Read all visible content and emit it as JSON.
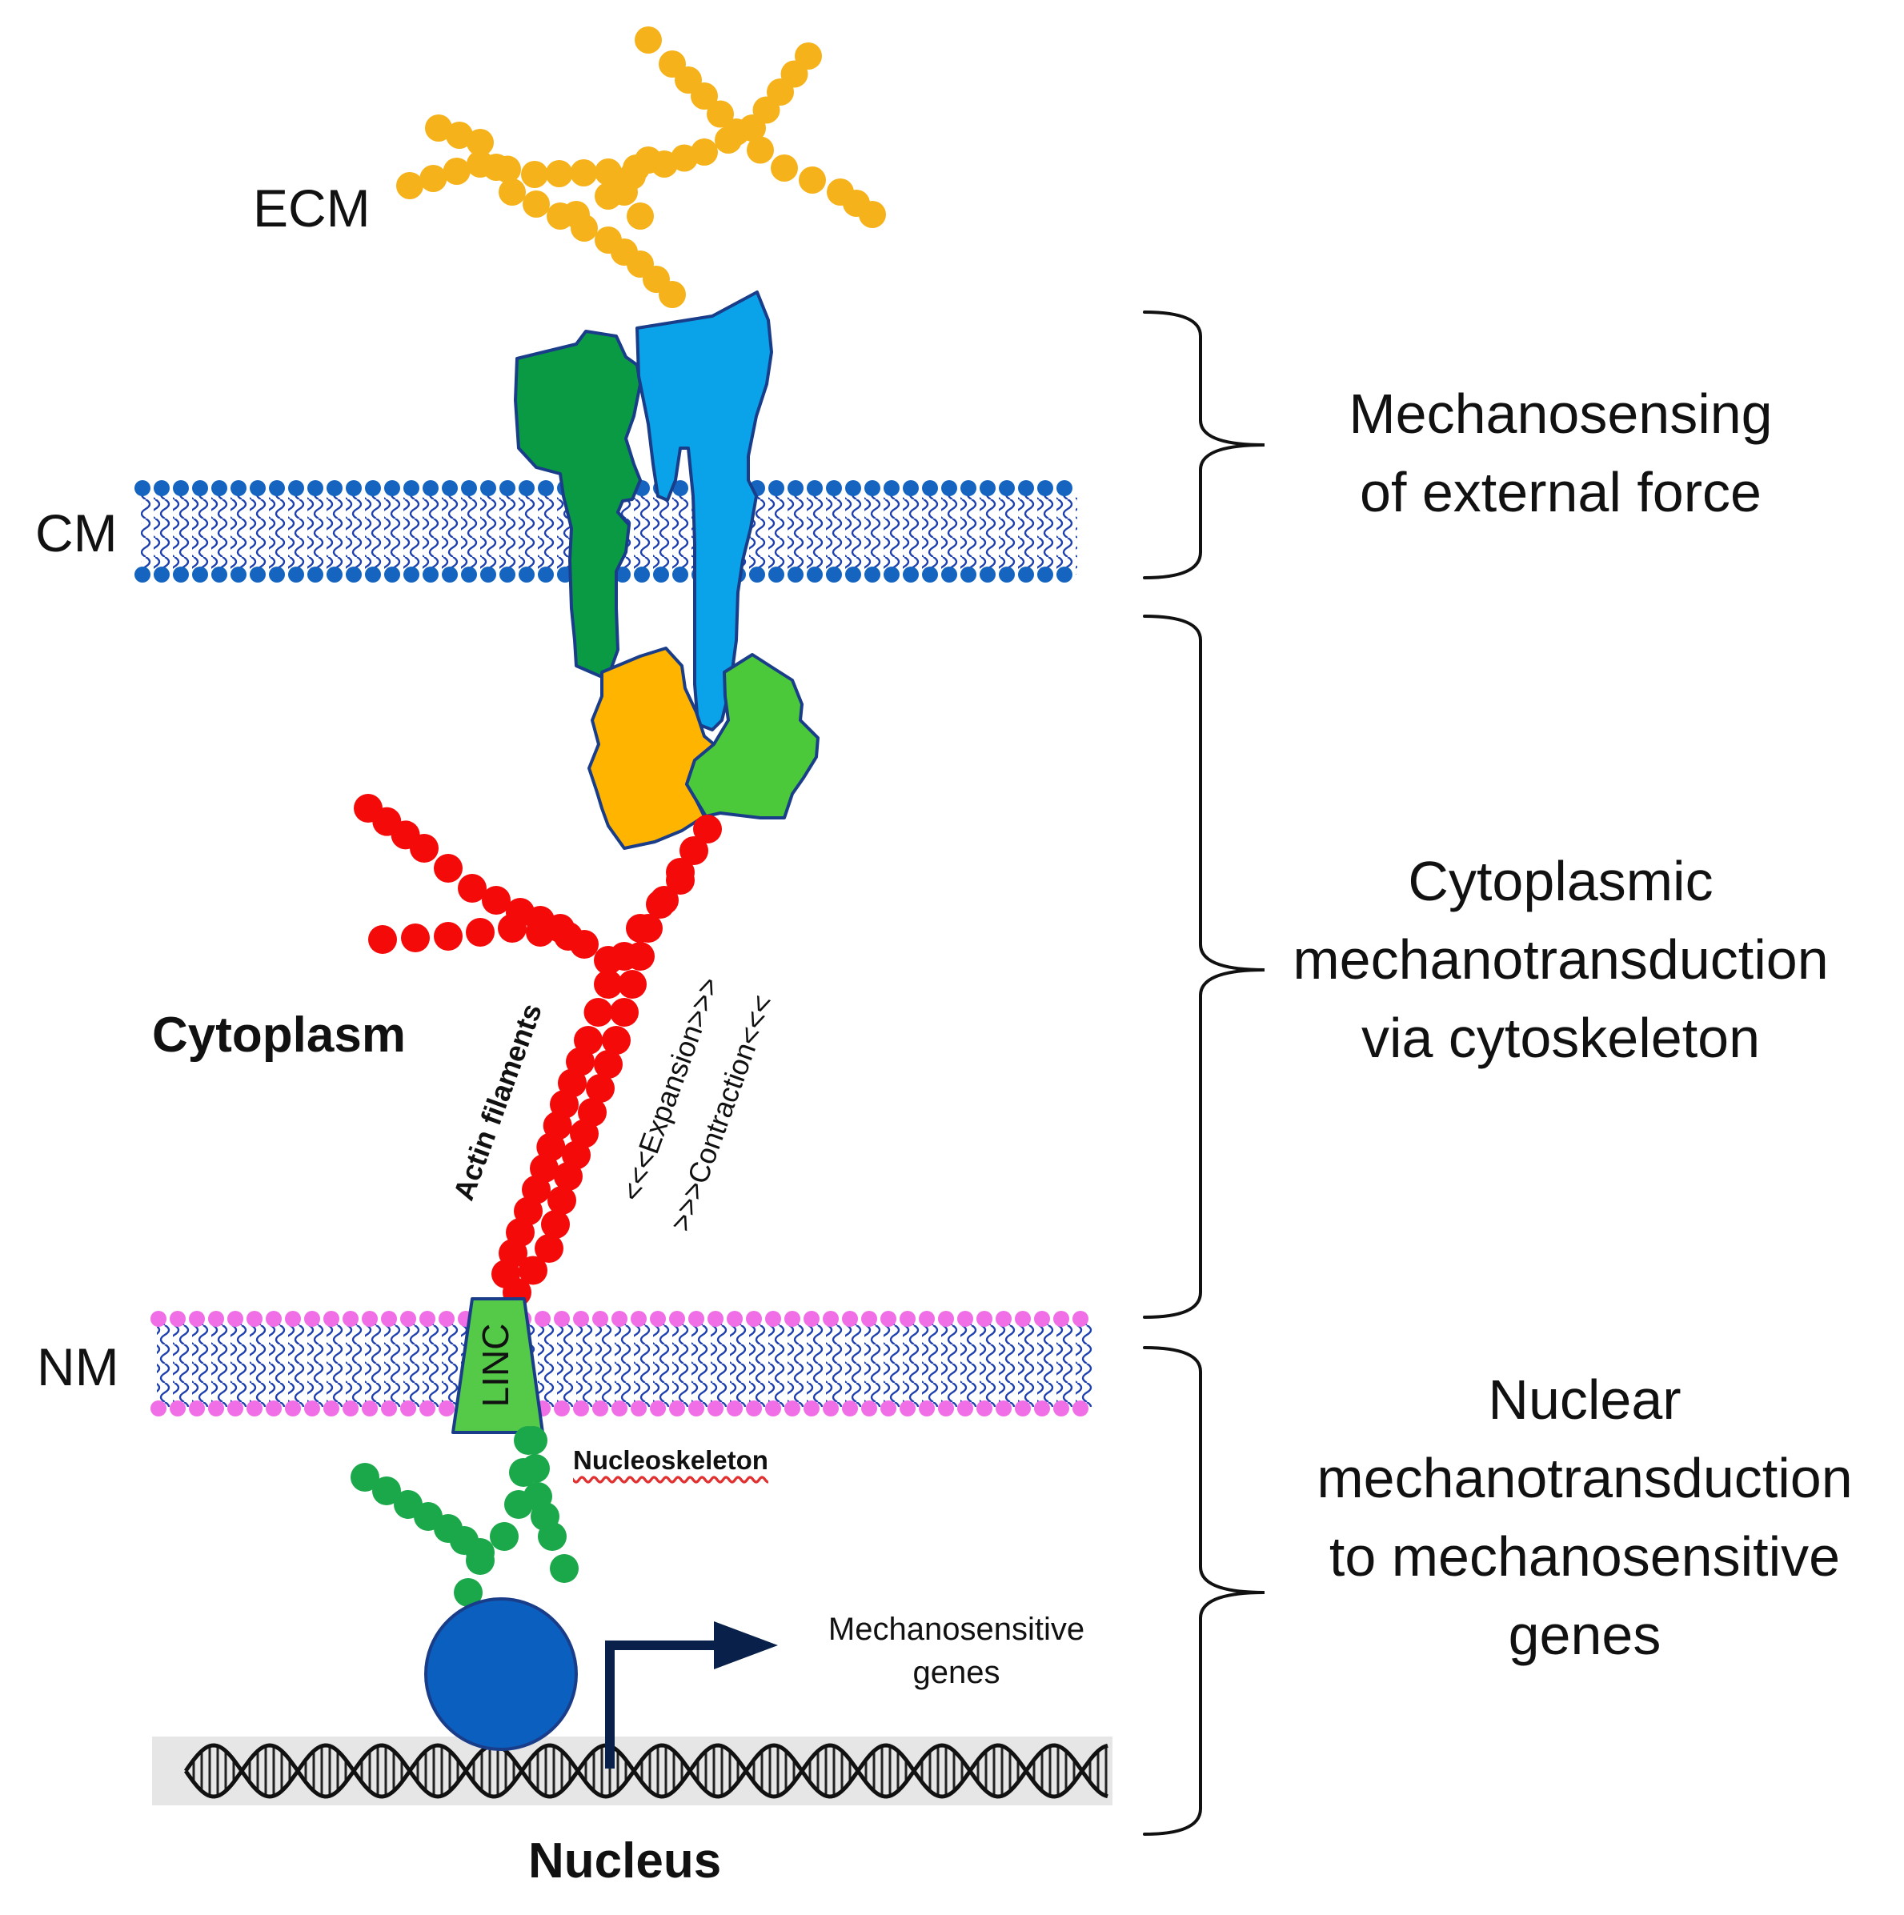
{
  "labels": {
    "ecm": "ECM",
    "cm": "CM",
    "cytoplasm": "Cytoplasm",
    "nm": "NM",
    "nucleus": "Nucleus",
    "linc": "LINC",
    "actin": "Actin filaments",
    "expansion": "<<<Expansion>>>",
    "contraction": ">>>Contraction<<<",
    "nucleoskeleton": "Nucleoskeleton",
    "genes_line1": "Mechanosensitive",
    "genes_line2": "genes"
  },
  "stages": {
    "sensing": [
      "Mechanosensing",
      "of external force"
    ],
    "cytoplasmic": [
      "Cytoplasmic",
      "mechanotransduction",
      "via cytoskeleton"
    ],
    "nuclear": [
      "Nuclear",
      "mechanotransduction",
      "to mechanosensitive",
      "genes"
    ]
  },
  "colors": {
    "ecm": "#F5B21A",
    "actin": "#F50A0A",
    "nucleoskeleton": "#1BA84A",
    "membrane_cell": "#1565C0",
    "membrane_nuclear_head": "#F06EE6",
    "integrin_green": "#0A9A44",
    "integrin_blue": "#0AA2E8",
    "adaptor_orange": "#FFB400",
    "adaptor_green": "#4CC93A",
    "linc": "#55C948",
    "transcription_factor": "#0B5FBF"
  }
}
